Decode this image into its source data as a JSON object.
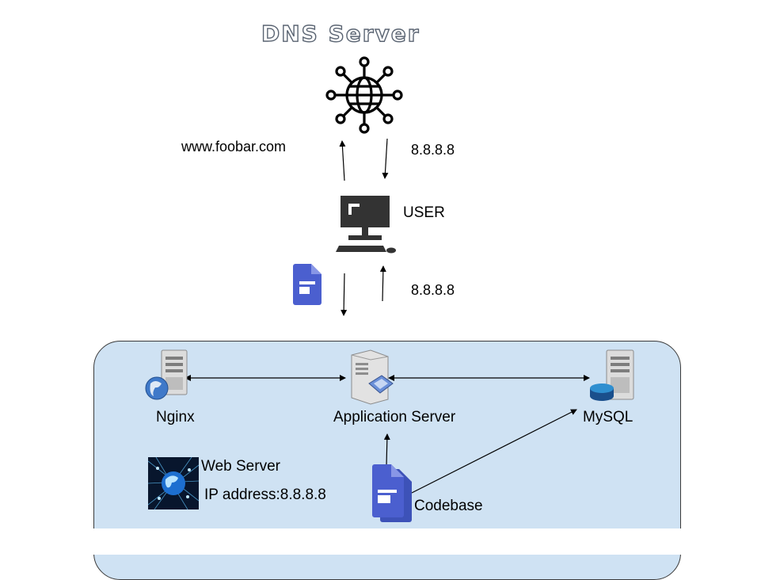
{
  "title": "DNS Server",
  "dns_server": {
    "icon": "globe-network-icon"
  },
  "request_label": "www.foobar.com",
  "dns_response_label": "8.8.8.8",
  "user": {
    "label": "USER",
    "icon": "computer-monitor-icon"
  },
  "user_response_label": "8.8.8.8",
  "document": {
    "icon": "document-icon"
  },
  "cluster": {
    "background": "#cfe2f3",
    "nginx": {
      "label": "Nginx",
      "icon": "web-server-globe-icon"
    },
    "app_server": {
      "label": "Application Server",
      "icon": "application-server-icon"
    },
    "mysql": {
      "label": "MySQL",
      "icon": "database-server-icon"
    },
    "web_server": {
      "label": "Web Server",
      "ip": "IP address:8.8.8.8",
      "icon": "network-globe-image"
    },
    "codebase": {
      "label": "Codebase",
      "icon": "codebase-document-icon"
    }
  }
}
